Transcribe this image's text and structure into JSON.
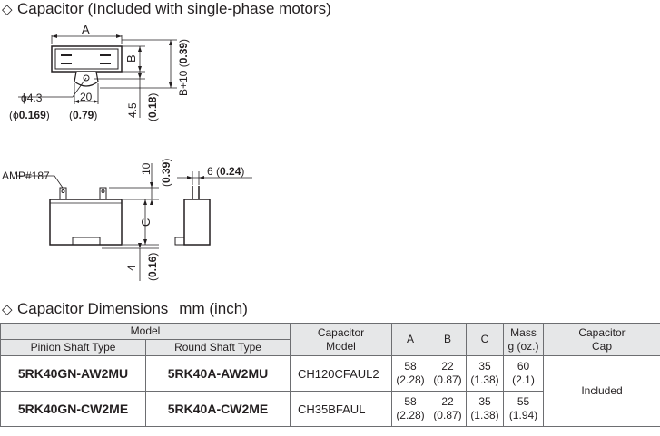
{
  "title1": {
    "symbol": "◇",
    "text": "Capacitor (Included with single-phase motors)"
  },
  "top_view": {
    "dim_A": "A",
    "dim_B": "B",
    "dim_B10": "B+10 (",
    "dim_B10_inch": "0.39",
    "dim_B10_close": ")",
    "hole_dia": "ϕ4.3",
    "hole_dia_inch_open": "(ϕ",
    "hole_dia_inch": "0.169",
    "hole_dia_inch_close": ")",
    "dim_20": "20",
    "dim_20_inch_open": "(",
    "dim_20_inch": "0.79",
    "dim_20_inch_close": ")",
    "dim_45": "4.5",
    "dim_45_inch_open": "(",
    "dim_45_inch": "0.18",
    "dim_45_inch_close": ")"
  },
  "front_view": {
    "terminal_label": "AMP#187",
    "dim_10": "10",
    "dim_10_inch_open": "(",
    "dim_10_inch": "0.39",
    "dim_10_inch_close": ")",
    "dim_C": "C",
    "dim_4": "4",
    "dim_4_inch_open": "(",
    "dim_4_inch": "0.16",
    "dim_4_inch_close": ")",
    "dim_6": "6 (",
    "dim_6_inch": "0.24",
    "dim_6_close": ")"
  },
  "title2": {
    "symbol": "◇",
    "text": "Capacitor Dimensions",
    "unit": "mm (inch)"
  },
  "table": {
    "header_model": "Model",
    "header_pinion": "Pinion Shaft Type",
    "header_round": "Round Shaft Type",
    "header_cap_model_1": "Capacitor",
    "header_cap_model_2": "Model",
    "header_A": "A",
    "header_B": "B",
    "header_C": "C",
    "header_mass_1": "Mass",
    "header_mass_2": "g (oz.)",
    "header_cap_1": "Capacitor",
    "header_cap_2": "Cap",
    "cap_value": "Included",
    "rows": [
      {
        "pinion": "5RK40GN-AW2MU",
        "round": "5RK40A-AW2MU",
        "cap_model": "CH120CFAUL2",
        "A": "58",
        "A_in": "(2.28)",
        "B": "22",
        "B_in": "(0.87)",
        "C": "35",
        "C_in": "(1.38)",
        "mass": "60",
        "mass_in": "(2.1)"
      },
      {
        "pinion": "5RK40GN-CW2ME",
        "round": "5RK40A-CW2ME",
        "cap_model": "CH35BFAUL",
        "A": "58",
        "A_in": "(2.28)",
        "B": "22",
        "B_in": "(0.87)",
        "C": "35",
        "C_in": "(1.38)",
        "mass": "55",
        "mass_in": "(1.94)"
      }
    ]
  }
}
